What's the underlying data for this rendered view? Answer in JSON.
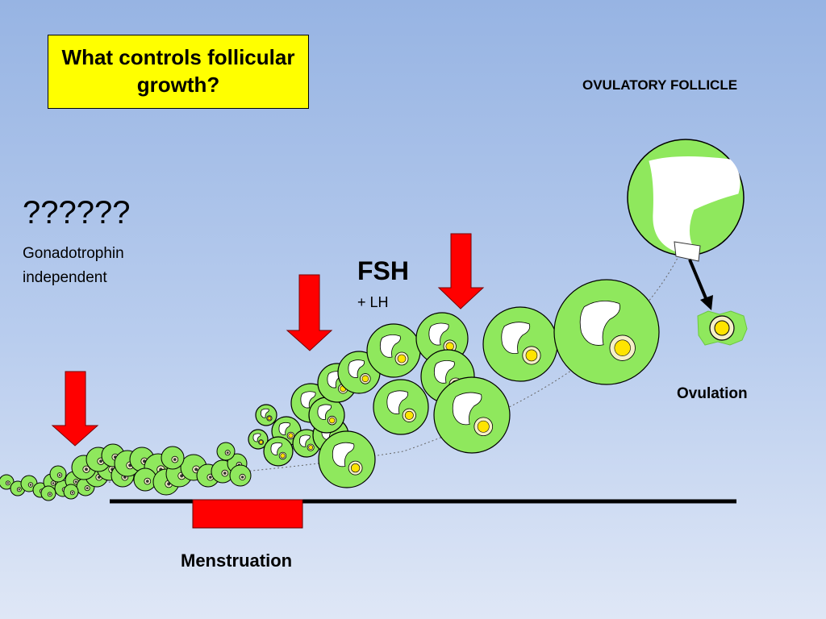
{
  "title": "What controls follicular growth?",
  "ovulatory_follicle_label": "OVULATORY FOLLICLE",
  "unknown_marks": "??????",
  "gonadotrophin_text": "Gonadotrophin independent",
  "fsh_label": "FSH",
  "lh_label": "+ LH",
  "ovulation_label": "Ovulation",
  "menstruation_label": "Menstruation",
  "colors": {
    "follicle_fill": "#8fe85d",
    "arrow_red": "#ff0000",
    "title_box": "#ffff00",
    "oocyte_yellow": "#ffe400"
  }
}
